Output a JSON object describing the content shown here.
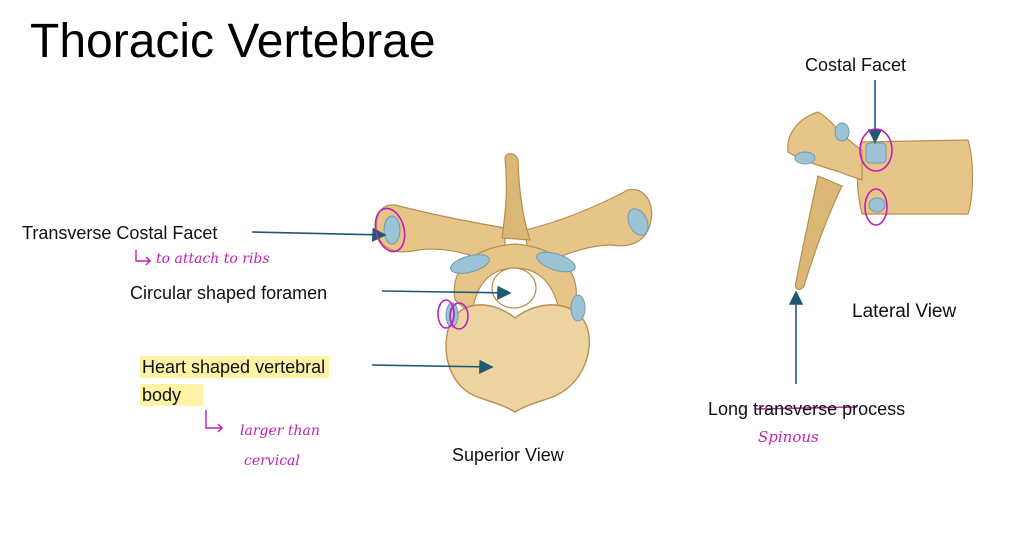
{
  "title": "Thoracic Vertebrae",
  "labels": {
    "transverse_costal_facet": "Transverse Costal Facet",
    "circular_foramen": "Circular shaped foramen",
    "heart_body_line1": "Heart shaped vertebral",
    "heart_body_line2": "body",
    "superior_view": "Superior View",
    "costal_facet": "Costal Facet",
    "lateral_view": "Lateral View",
    "long_process_prefix": "Long",
    "long_process_struck": "transverse",
    "long_process_suffix": "process"
  },
  "handwriting": {
    "attach_ribs": "to attach to ribs",
    "larger_line1": "larger than",
    "larger_line2": "cervical",
    "spinous": "Spinous"
  },
  "colors": {
    "bone": "#e7c588",
    "bone_shadow": "#c9a165",
    "cartilage": "#9cc3d6",
    "arrow": "#1f5a73",
    "ink": "#c21fb8",
    "highlight": "#fcf3a6"
  }
}
